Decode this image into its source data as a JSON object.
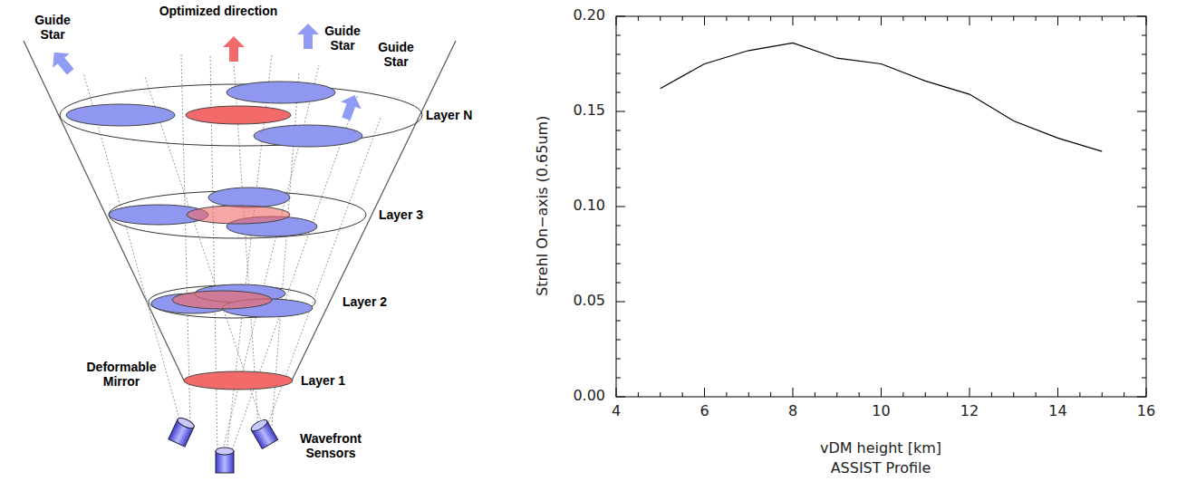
{
  "diagram": {
    "labels": [
      "Optimized direction",
      "Guide Star",
      "Guide Star",
      "Guide Star",
      "Layer N",
      "Layer 3",
      "Layer 2",
      "Deformable Mirror",
      "Layer 1",
      "Wavefront Sensors",
      "0.20",
      "0.15",
      "0.10",
      "0.05",
      "0.00",
      "Strehl On−axis (0.65um)",
      "4",
      "6",
      "8",
      "10",
      "12",
      "14",
      "16",
      "vDM height [km]",
      "ASSIST Profile"
    ]
  }
}
